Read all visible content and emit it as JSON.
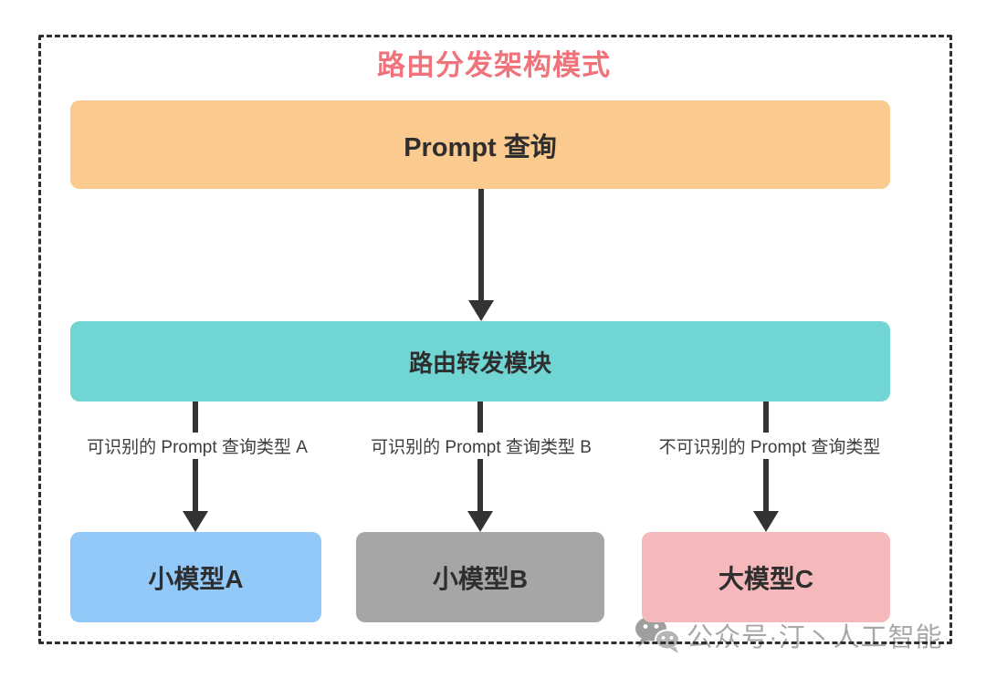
{
  "diagram": {
    "title": "路由分发架构模式",
    "title_color": "#F0737C",
    "arrow_color": "#333333",
    "nodes": {
      "prompt": {
        "label": "Prompt 查询",
        "bg": "#FBCA8F"
      },
      "router": {
        "label": "路由转发模块",
        "bg": "#70D5D3"
      },
      "model_a": {
        "label": "小模型A",
        "bg": "#92C9F8"
      },
      "model_b": {
        "label": "小模型B",
        "bg": "#A6A6A6"
      },
      "model_c": {
        "label": "大模型C",
        "bg": "#F5B9BB"
      }
    },
    "edge_labels": {
      "a": "可识别的 Prompt 查询类型 A",
      "b": "可识别的 Prompt 查询类型 B",
      "c": "不可识别的 Prompt 查询类型"
    },
    "watermark": {
      "icon": "wechat-icon",
      "text": "公众号·汀丶人工智能"
    }
  }
}
